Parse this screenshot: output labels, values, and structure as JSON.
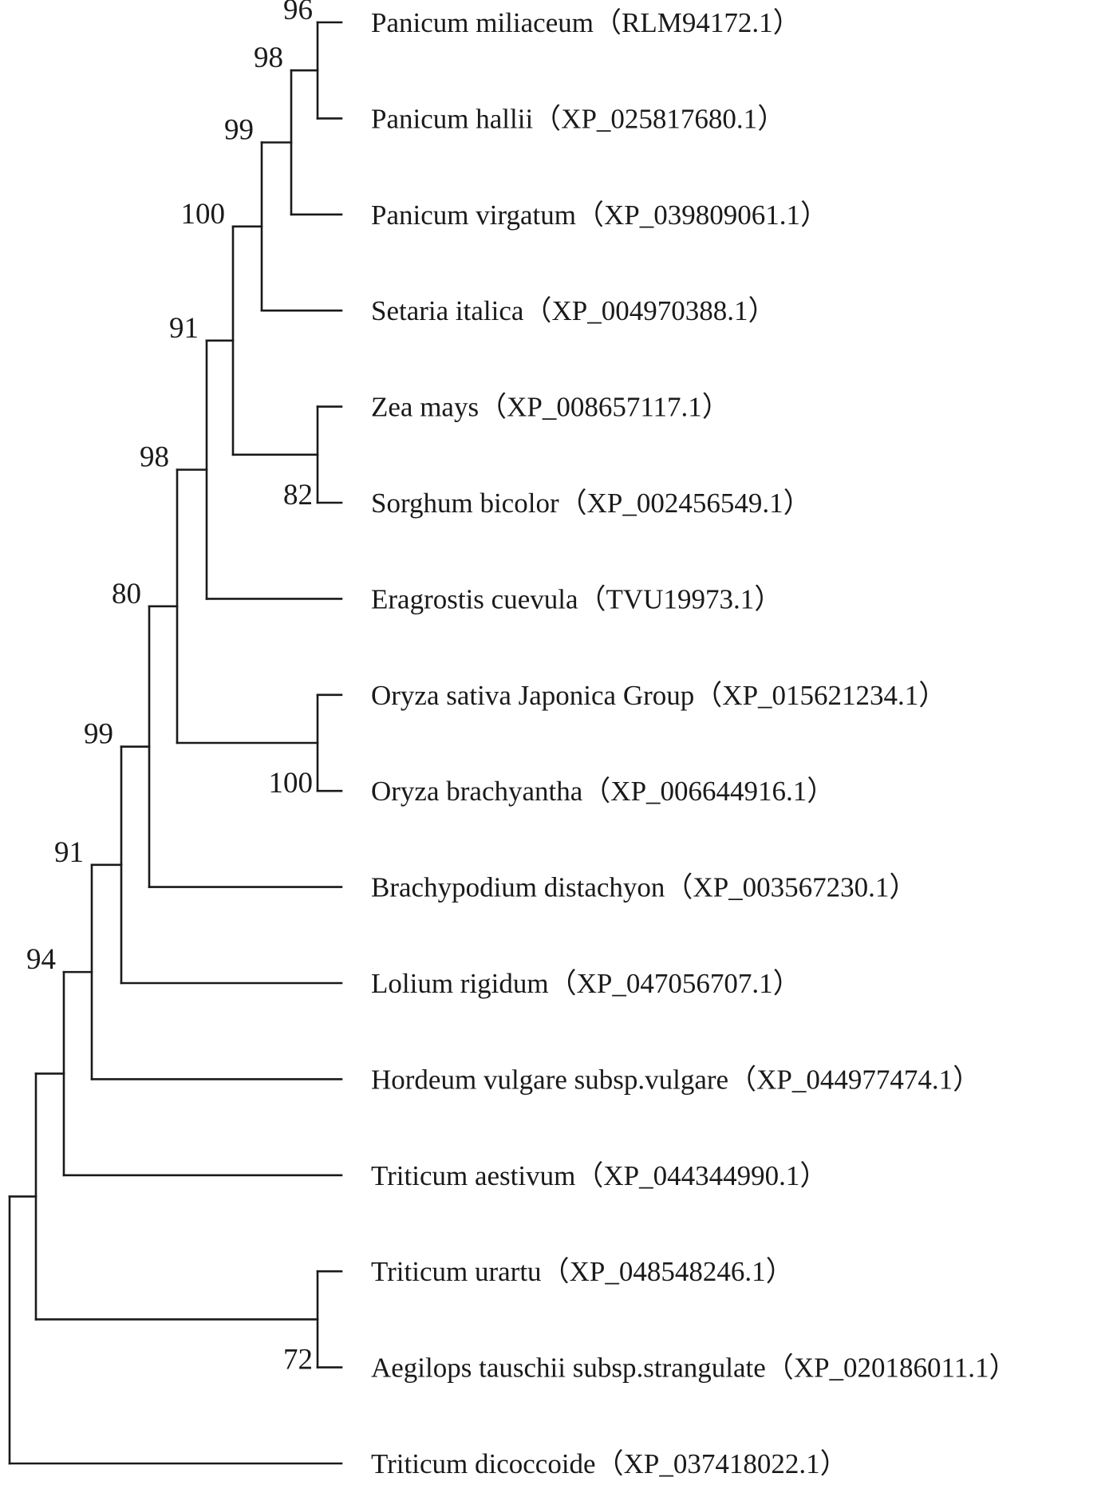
{
  "tree": {
    "taxa": [
      {
        "species": "Panicum miliaceum",
        "accession": "RLM94172.1"
      },
      {
        "species": "Panicum hallii",
        "accession": "XP_025817680.1"
      },
      {
        "species": "Panicum virgatum",
        "accession": "XP_039809061.1"
      },
      {
        "species": "Setaria italica",
        "accession": "XP_004970388.1"
      },
      {
        "species": "Zea mays",
        "accession": "XP_008657117.1"
      },
      {
        "species": "Sorghum bicolor",
        "accession": "XP_002456549.1"
      },
      {
        "species": "Eragrostis cuevula",
        "accession": "TVU19973.1"
      },
      {
        "species": "Oryza sativa Japonica Group",
        "accession": "XP_015621234.1"
      },
      {
        "species": "Oryza brachyantha",
        "accession": "XP_006644916.1"
      },
      {
        "species": "Brachypodium distachyon",
        "accession": "XP_003567230.1"
      },
      {
        "species": "Lolium rigidum",
        "accession": "XP_047056707.1"
      },
      {
        "species": "Hordeum vulgare subsp.vulgare",
        "accession": "XP_044977474.1"
      },
      {
        "species": "Triticum aestivum",
        "accession": "XP_044344990.1"
      },
      {
        "species": "Triticum urartu",
        "accession": "XP_048548246.1"
      },
      {
        "species": "Aegilops tauschii subsp.strangulate",
        "accession": "XP_020186011.1"
      },
      {
        "species": "Triticum dicoccoide",
        "accession": "XP_037418022.1"
      }
    ],
    "clades": [
      {
        "id": "n1",
        "members": [
          "t0",
          "t1"
        ],
        "bootstrap": "96"
      },
      {
        "id": "n2",
        "members": [
          "n1",
          "t2"
        ],
        "bootstrap": "98"
      },
      {
        "id": "n3",
        "members": [
          "n2",
          "t3"
        ],
        "bootstrap": "99"
      },
      {
        "id": "n4",
        "members": [
          "t4",
          "t5"
        ],
        "bootstrap": "82"
      },
      {
        "id": "n5",
        "members": [
          "n3",
          "n4"
        ],
        "bootstrap": "100"
      },
      {
        "id": "n6",
        "members": [
          "n5",
          "t6"
        ],
        "bootstrap": "91"
      },
      {
        "id": "n7",
        "members": [
          "t7",
          "t8"
        ],
        "bootstrap": "100"
      },
      {
        "id": "n8",
        "members": [
          "n6",
          "n7"
        ],
        "bootstrap": "98"
      },
      {
        "id": "n9",
        "members": [
          "n8",
          "t9"
        ],
        "bootstrap": "80"
      },
      {
        "id": "n10",
        "members": [
          "n9",
          "t10"
        ],
        "bootstrap": "99"
      },
      {
        "id": "n11",
        "members": [
          "n10",
          "t11"
        ],
        "bootstrap": "91"
      },
      {
        "id": "n12",
        "members": [
          "n11",
          "t12"
        ],
        "bootstrap": "94"
      },
      {
        "id": "n13",
        "members": [
          "t13",
          "t14"
        ],
        "bootstrap": "72"
      },
      {
        "id": "n14",
        "members": [
          "n12",
          "n13"
        ],
        "bootstrap": ""
      },
      {
        "id": "n15",
        "members": [
          "n14",
          "t15"
        ],
        "bootstrap": ""
      }
    ]
  }
}
